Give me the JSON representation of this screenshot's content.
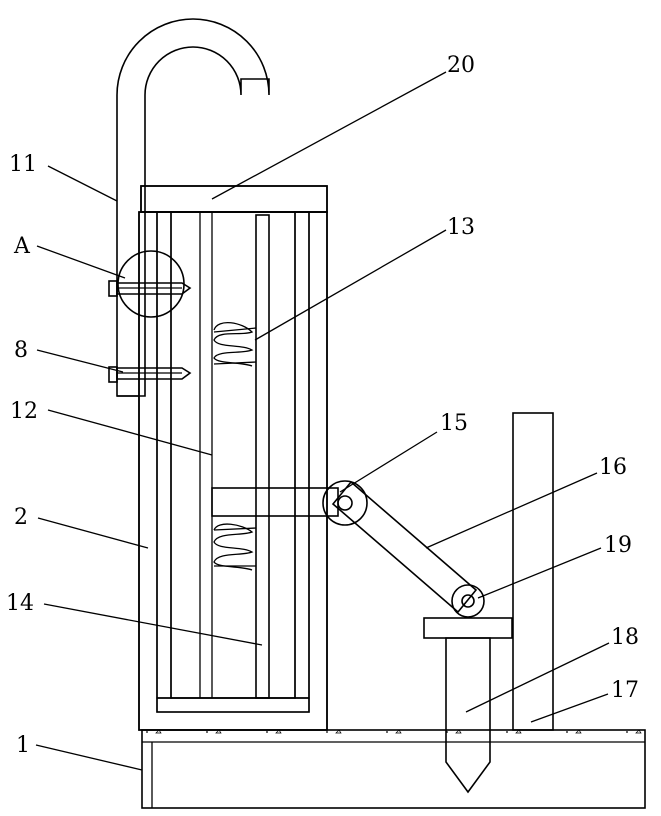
{
  "callouts": {
    "c1": "1",
    "c2": "2",
    "c8": "8",
    "c11": "11",
    "c12": "12",
    "c13": "13",
    "c14": "14",
    "c15": "15",
    "c16": "16",
    "c17": "17",
    "c18": "18",
    "c19": "19",
    "c20": "20",
    "cA": "A"
  },
  "colors": {
    "line": "#000000",
    "paper": "#ffffff"
  }
}
